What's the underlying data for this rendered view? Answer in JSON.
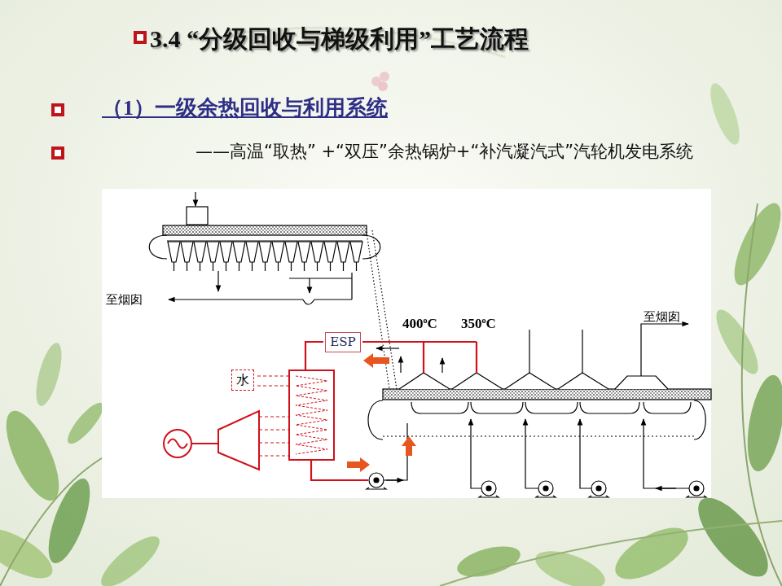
{
  "diagram": {
    "title": "3.4 “分级回收与梯级利用”工艺流程",
    "nodes": [
      {
        "text": [
          "ESP"
        ]
      },
      {
        "text": [
          "水"
        ]
      }
    ],
    "labels": [
      "（1）一级余热回收与利用系统",
      "——高温“取热” +“双压”余热锅炉+“补汽凝汽式”汽轮机发电系统",
      "至烟囱",
      "400oC",
      "350oC",
      "至烟囱"
    ]
  }
}
